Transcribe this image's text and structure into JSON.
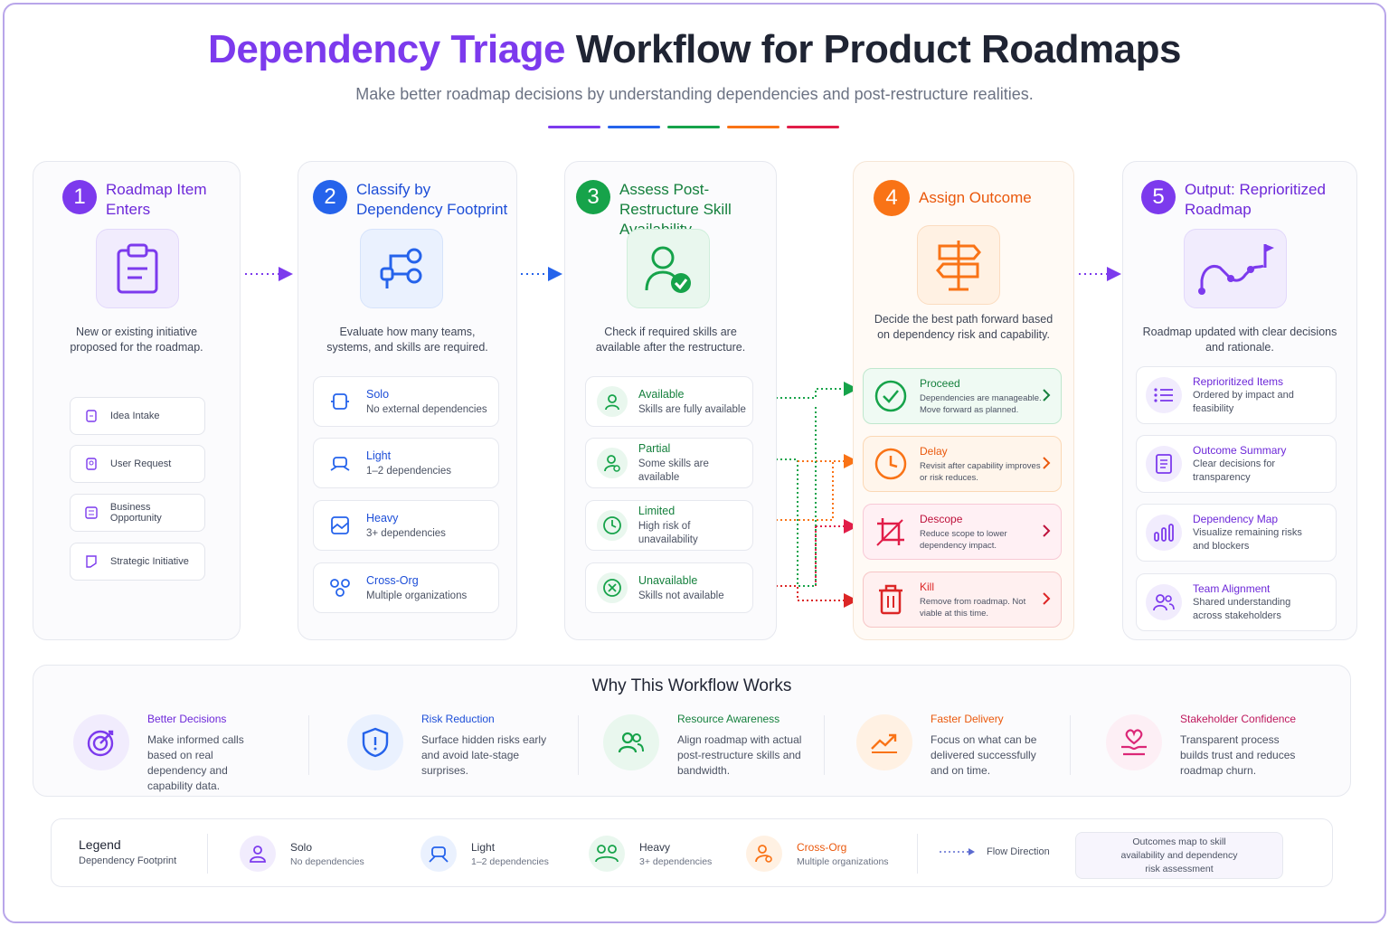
{
  "title": {
    "accent": "Dependency Triage",
    "rest": " Workflow for Product Roadmaps"
  },
  "subtitle": "Make better roadmap decisions by understanding dependencies and post-restructure realities.",
  "colors": {
    "purple": "#7c3aed",
    "blue": "#2563eb",
    "green": "#16a34a",
    "orange": "#f97316",
    "red": "#e11d48",
    "pink": "#db2777"
  },
  "steps": [
    {
      "num": "1",
      "title": "Roadmap Item Enters",
      "desc": "New or existing initiative proposed for the roadmap.",
      "icon": "clipboard-icon",
      "chips": [
        "Idea Intake",
        "User Request",
        "Business Opportunity",
        "Strategic Initiative"
      ]
    },
    {
      "num": "2",
      "title": "Classify by Dependency Footprint",
      "desc": "Evaluate how many teams, systems, and skills are required.",
      "icon": "workflow-nodes-icon",
      "options": [
        {
          "label": "Solo",
          "sub": "No external dependencies",
          "icon": "solo-icon"
        },
        {
          "label": "Light",
          "sub": "1–2 dependencies",
          "icon": "light-icon"
        },
        {
          "label": "Heavy",
          "sub": "3+ dependencies",
          "icon": "heavy-icon"
        },
        {
          "label": "Cross-Org",
          "sub": "Multiple organizations",
          "icon": "cross-org-icon"
        }
      ]
    },
    {
      "num": "3",
      "title": "Assess Post-Restructure Skill Availability",
      "desc": "Check if required skills are available after the restructure.",
      "icon": "user-check-icon",
      "options": [
        {
          "label": "Available",
          "sub": "Skills are fully available",
          "icon": "user-icon"
        },
        {
          "label": "Partial",
          "sub": "Some skills are available",
          "icon": "user-partial-icon"
        },
        {
          "label": "Limited",
          "sub": "High risk of unavailability",
          "icon": "clock-icon"
        },
        {
          "label": "Unavailable",
          "sub": "Skills not available",
          "icon": "x-circle-icon"
        }
      ]
    },
    {
      "num": "4",
      "title": "Assign Outcome",
      "desc": "Decide the best path forward based on dependency risk and capability.",
      "icon": "signpost-icon",
      "outcomes": [
        {
          "label": "Proceed",
          "sub": "Dependencies are manageable. Move forward as planned.",
          "icon": "check-circle-icon"
        },
        {
          "label": "Delay",
          "sub": "Revisit after capability improves or risk reduces.",
          "icon": "clock-icon"
        },
        {
          "label": "Descope",
          "sub": "Reduce scope to lower dependency impact.",
          "icon": "crop-icon"
        },
        {
          "label": "Kill",
          "sub": "Remove from roadmap. Not viable at this time.",
          "icon": "trash-icon"
        }
      ]
    },
    {
      "num": "5",
      "title": "Output: Reprioritized Roadmap",
      "desc": "Roadmap updated with clear decisions and rationale.",
      "icon": "route-flag-icon",
      "results": [
        {
          "label": "Reprioritized Items",
          "sub": "Ordered by impact and feasibility",
          "icon": "list-icon"
        },
        {
          "label": "Outcome Summary",
          "sub": "Clear decisions for transparency",
          "icon": "document-icon"
        },
        {
          "label": "Dependency Map",
          "sub": "Visualize remaining risks and blockers",
          "icon": "bar-chart-icon"
        },
        {
          "label": "Team Alignment",
          "sub": "Shared understanding across stakeholders",
          "icon": "users-icon"
        }
      ]
    }
  ],
  "why": {
    "title": "Why This Workflow Works",
    "items": [
      {
        "label": "Better Decisions",
        "sub": "Make informed calls based on real dependency and capability data.",
        "icon": "target-icon"
      },
      {
        "label": "Risk Reduction",
        "sub": "Surface hidden risks early and avoid late-stage surprises.",
        "icon": "shield-icon"
      },
      {
        "label": "Resource Awareness",
        "sub": "Align roadmap with actual post-restructure skills and bandwidth.",
        "icon": "users-icon"
      },
      {
        "label": "Faster Delivery",
        "sub": "Focus on what can be delivered successfully and on time.",
        "icon": "trend-up-icon"
      },
      {
        "label": "Stakeholder Confidence",
        "sub": "Transparent process builds trust and reduces roadmap churn.",
        "icon": "heart-hands-icon"
      }
    ]
  },
  "legend": {
    "title": "Legend",
    "subtitle": "Dependency Footprint",
    "items": [
      {
        "label": "Solo",
        "sub": "No dependencies"
      },
      {
        "label": "Light",
        "sub": "1–2 dependencies"
      },
      {
        "label": "Heavy",
        "sub": "3+ dependencies"
      },
      {
        "label": "Cross-Org",
        "sub": "Multiple organizations"
      }
    ],
    "flow": "Flow Direction",
    "note": "Outcomes map to skill availability and dependency risk assessment"
  }
}
